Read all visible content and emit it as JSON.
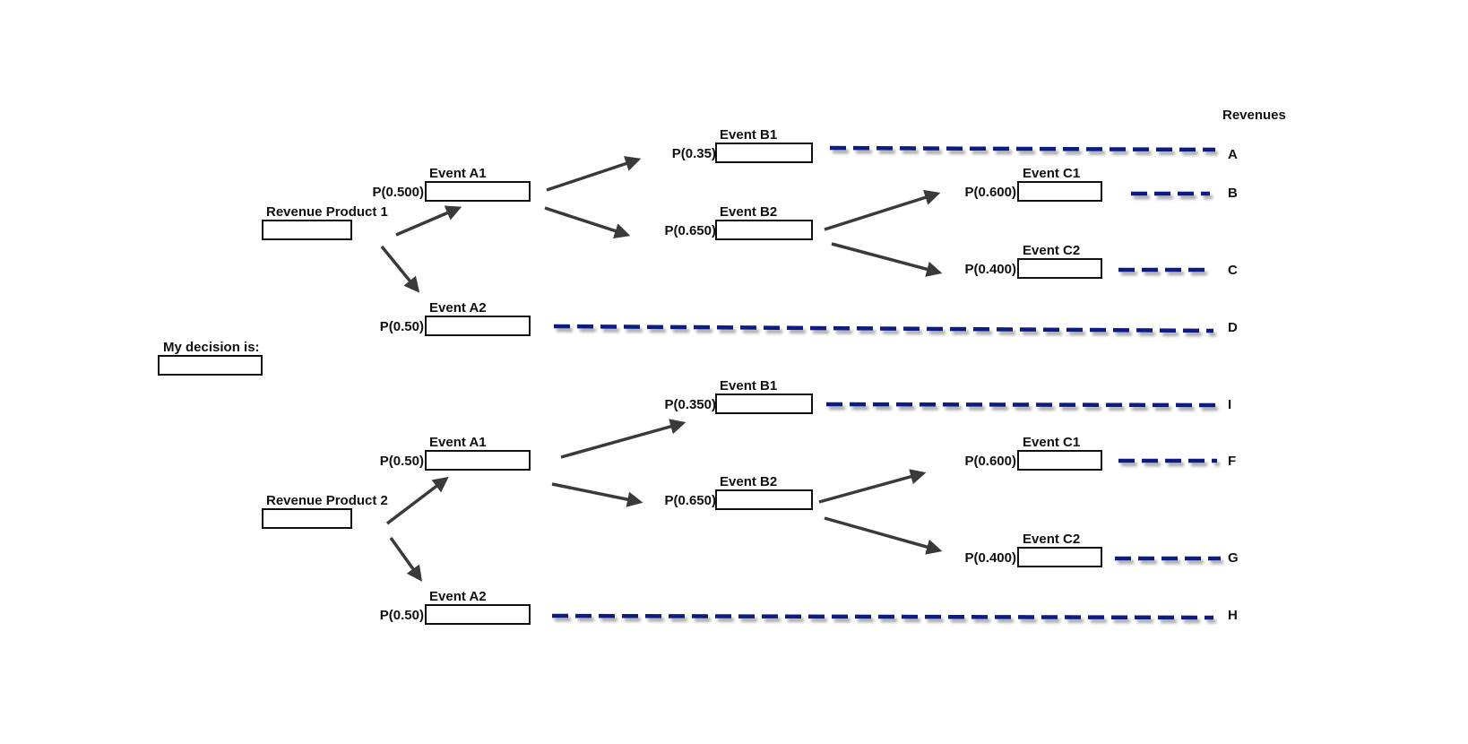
{
  "header": {
    "revenues_label": "Revenues"
  },
  "decision": {
    "label": "My decision is:",
    "value": ""
  },
  "colors": {
    "arrow": "#3a3a3a",
    "dash": "#0a1a80",
    "box_border": "#111111"
  },
  "products": [
    {
      "label": "Revenue Product 1",
      "value": "",
      "a1": {
        "label": "Event A1",
        "prob": "P(0.500)",
        "value": ""
      },
      "a2": {
        "label": "Event A2",
        "prob": "P(0.50)",
        "value": ""
      },
      "b1": {
        "label": "Event B1",
        "prob": "P(0.35)",
        "value": ""
      },
      "b2": {
        "label": "Event B2",
        "prob": "P(0.650)",
        "value": ""
      },
      "c1": {
        "label": "Event C1",
        "prob": "P(0.600)",
        "value": ""
      },
      "c2": {
        "label": "Event C2",
        "prob": "P(0.400)",
        "value": ""
      },
      "outcomes": [
        "A",
        "B",
        "C",
        "D"
      ]
    },
    {
      "label": "Revenue Product 2",
      "value": "",
      "a1": {
        "label": "Event A1",
        "prob": "P(0.50)",
        "value": ""
      },
      "a2": {
        "label": "Event A2",
        "prob": "P(0.50)",
        "value": ""
      },
      "b1": {
        "label": "Event B1",
        "prob": "P(0.350)",
        "value": ""
      },
      "b2": {
        "label": "Event B2",
        "prob": "P(0.650)",
        "value": ""
      },
      "c1": {
        "label": "Event C1",
        "prob": "P(0.600)",
        "value": ""
      },
      "c2": {
        "label": "Event C2",
        "prob": "P(0.400)",
        "value": ""
      },
      "outcomes": [
        "I",
        "F",
        "G",
        "H"
      ]
    }
  ]
}
